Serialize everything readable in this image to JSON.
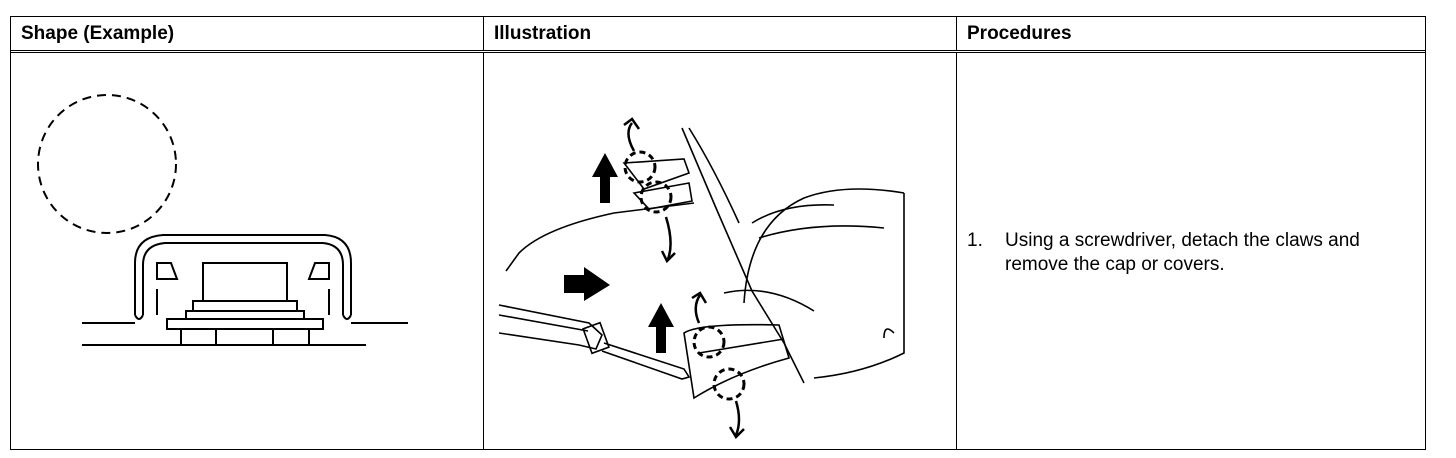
{
  "table": {
    "headers": [
      "Shape (Example)",
      "Illustration",
      "Procedures"
    ],
    "procedures": [
      {
        "num": "1.",
        "text": "Using a screwdriver, detach the claws and remove the cap or covers."
      }
    ]
  },
  "colors": {
    "ink": "#000000",
    "paper": "#ffffff"
  },
  "icons": [
    "dashed-circle-icon",
    "cap-cross-section-icon",
    "screwdriver-icon",
    "arrow-up-icon",
    "arrow-right-icon",
    "curved-arrow-icon",
    "claw-marker-icon"
  ]
}
